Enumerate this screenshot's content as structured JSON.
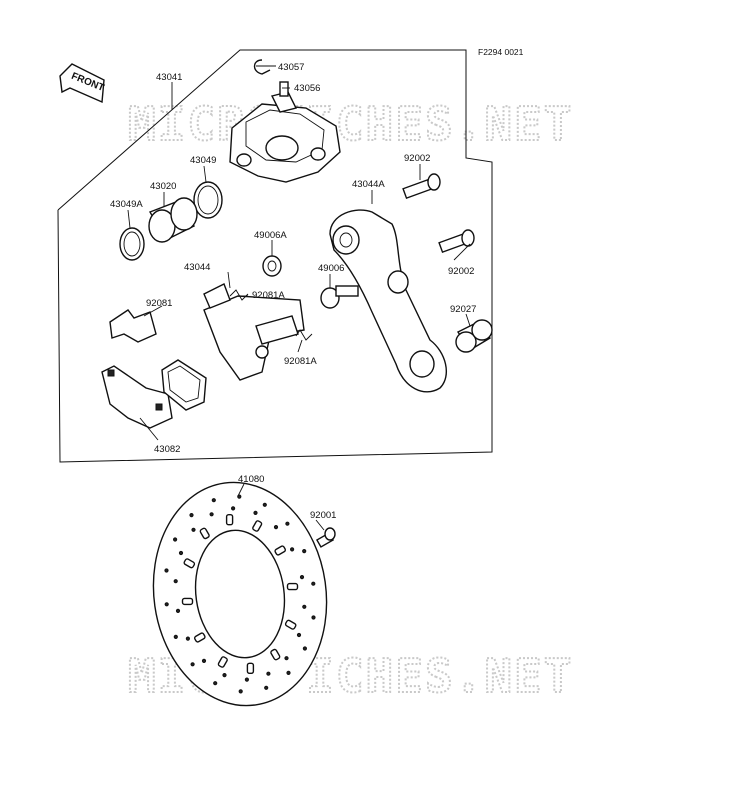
{
  "figure_code": "F2294 0021",
  "front_label": "FRONT",
  "watermark": "MICROFICHES.NET",
  "parts": [
    {
      "id": "p43057",
      "number": "43057"
    },
    {
      "id": "p43056",
      "number": "43056"
    },
    {
      "id": "p43041",
      "number": "43041"
    },
    {
      "id": "p43049",
      "number": "43049"
    },
    {
      "id": "p43020",
      "number": "43020"
    },
    {
      "id": "p43049A",
      "number": "43049A"
    },
    {
      "id": "p92002a",
      "number": "92002"
    },
    {
      "id": "p43044A",
      "number": "43044A"
    },
    {
      "id": "p49006A",
      "number": "49006A"
    },
    {
      "id": "p43044",
      "number": "43044"
    },
    {
      "id": "p92081A1",
      "number": "92081A"
    },
    {
      "id": "p49006",
      "number": "49006"
    },
    {
      "id": "p92002b",
      "number": "92002"
    },
    {
      "id": "p92081",
      "number": "92081"
    },
    {
      "id": "p92027",
      "number": "92027"
    },
    {
      "id": "p92081A2",
      "number": "92081A"
    },
    {
      "id": "p43082",
      "number": "43082"
    },
    {
      "id": "p41080",
      "number": "41080"
    },
    {
      "id": "p92001",
      "number": "92001"
    }
  ]
}
